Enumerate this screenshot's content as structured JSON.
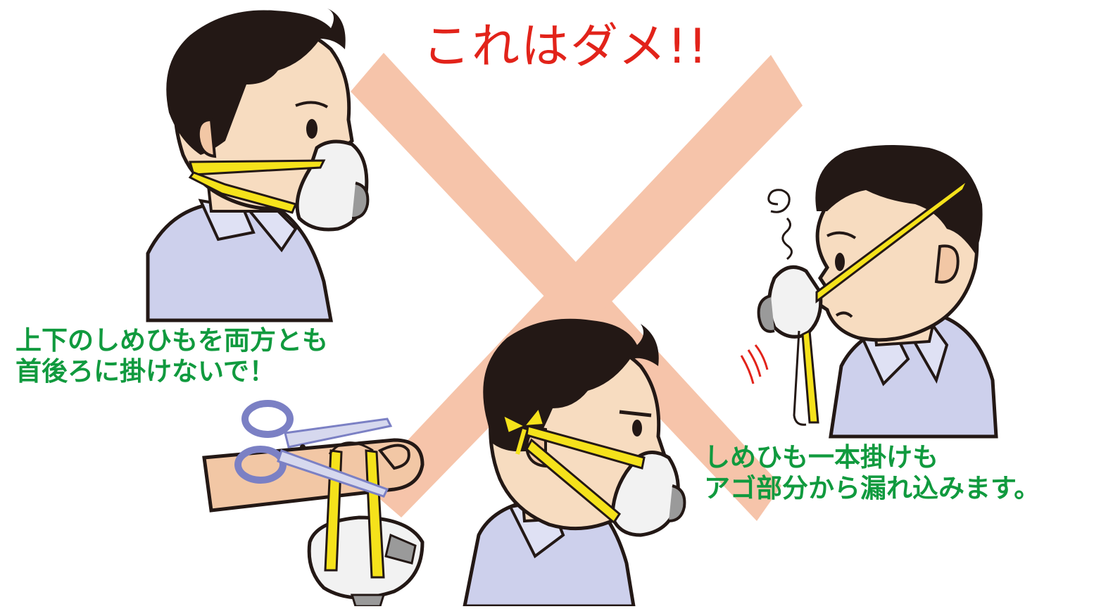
{
  "title": "これはダメ!!",
  "captions": {
    "left": {
      "line1": "上下のしめひもを両方とも",
      "line2": "首後ろに掛けないで！"
    },
    "right": {
      "line1": "しめひも一本掛けも",
      "line2": "アゴ部分から漏れ込みます。"
    }
  },
  "colors": {
    "title": "#e2231a",
    "caption": "#109a3e",
    "cross": "#f6c4aa",
    "strap": "#f5e21b",
    "shirt": "#cdd0ec",
    "skin": "#f7dcc0",
    "hair": "#231815",
    "mask": "#f2f2f2",
    "scissors": "#7b80c4"
  },
  "icons": [
    "cross-mark-icon",
    "dizzy-swirl-icon",
    "vibration-icon",
    "scissors-icon"
  ]
}
